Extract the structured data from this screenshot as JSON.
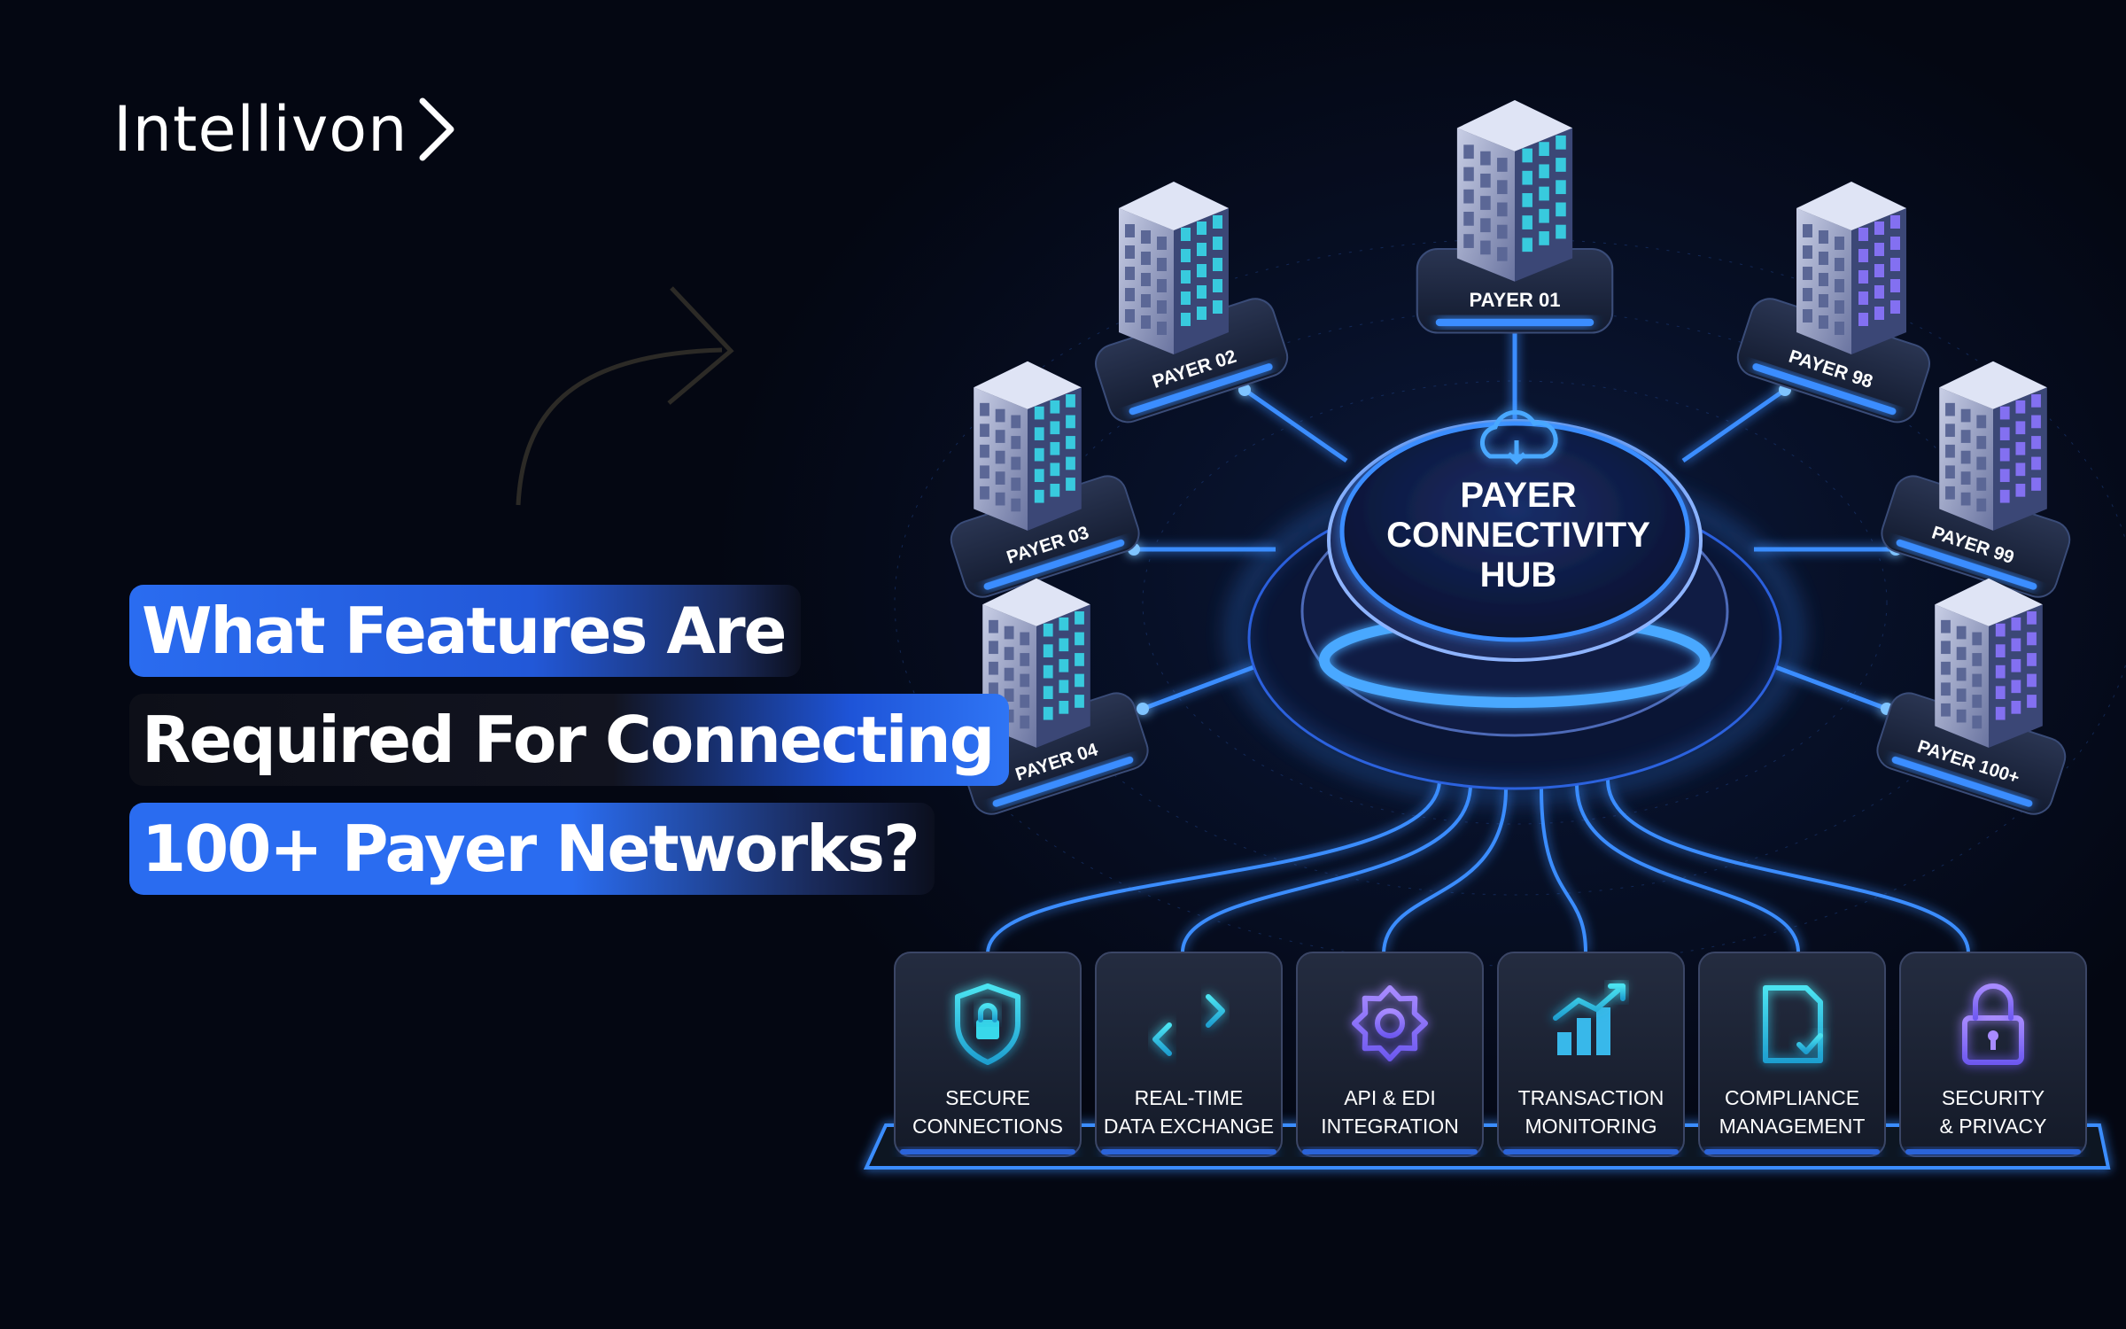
{
  "brand": {
    "name": "Intellivon"
  },
  "headline": {
    "lines": [
      "What Features Are",
      "Required For Connecting",
      "100+ Payer Networks?"
    ]
  },
  "hub": {
    "lines": [
      "PAYER",
      "CONNECTIVITY",
      "HUB"
    ],
    "icon": "cloud-icon"
  },
  "payers": [
    "PAYER 01",
    "PAYER 02",
    "PAYER 03",
    "PAYER 04",
    "PAYER 98",
    "PAYER 99",
    "PAYER 100+"
  ],
  "features": [
    {
      "lines": [
        "SECURE",
        "CONNECTIONS"
      ],
      "icon": "shield-lock-icon"
    },
    {
      "lines": [
        "REAL-TIME",
        "DATA EXCHANGE"
      ],
      "icon": "swap-arrows-icon"
    },
    {
      "lines": [
        "API & EDI",
        "INTEGRATION"
      ],
      "icon": "gear-icon"
    },
    {
      "lines": [
        "TRANSACTION",
        "MONITORING"
      ],
      "icon": "bar-chart-icon"
    },
    {
      "lines": [
        "COMPLIANCE",
        "MANAGEMENT"
      ],
      "icon": "document-check-icon"
    },
    {
      "lines": [
        "SECURITY",
        "& PRIVACY"
      ],
      "icon": "padlock-icon"
    }
  ],
  "colors": {
    "accent": "#2f7bff",
    "glow": "#4aa8ff",
    "background": "#050813",
    "teal": "#2fd3e0",
    "violet": "#8b6cff"
  }
}
